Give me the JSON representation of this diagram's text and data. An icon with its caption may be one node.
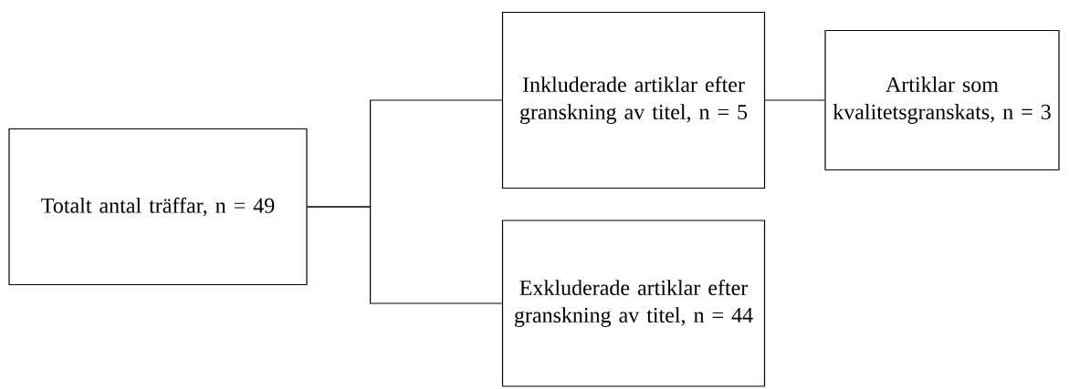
{
  "diagram": {
    "nodes": [
      {
        "text": [
          "Totalt antal träffar, n = 49"
        ]
      },
      {
        "text": [
          "Inkluderade artiklar efter granskning av titel, n = 5"
        ]
      },
      {
        "text": [
          "Artiklar som kvalitetsgranskats, n = 3"
        ]
      },
      {
        "text": [
          "Exkluderade artiklar efter granskning av titel, n = 44"
        ]
      }
    ],
    "edges": [
      {
        "from": 0,
        "to": 1,
        "arrow": "none"
      },
      {
        "from": 0,
        "to": 3,
        "arrow": "none"
      },
      {
        "from": 1,
        "to": 2,
        "arrow": "none"
      }
    ]
  }
}
